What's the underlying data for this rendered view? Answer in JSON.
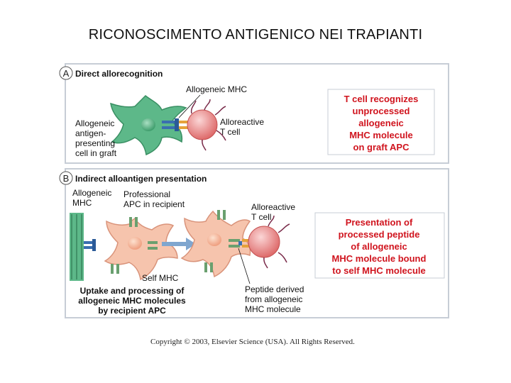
{
  "slide": {
    "title": "RICONOSCIMENTO ANTIGENICO NEI TRAPIANTI"
  },
  "panel_a": {
    "letter": "A",
    "heading": "Direct allorecognition",
    "label_allogeneic_mhc": "Allogeneic MHC",
    "label_apc": [
      "Allogeneic",
      "antigen-",
      "presenting",
      "cell in graft"
    ],
    "label_tcell": [
      "Alloreactive",
      "T cell"
    ],
    "callout": [
      "T cell recognizes",
      "unprocessed",
      "allogeneic",
      "MHC molecule",
      "on graft APC"
    ]
  },
  "panel_b": {
    "letter": "B",
    "heading": "Indirect alloantigen presentation",
    "label_allogeneic_mhc": [
      "Allogeneic",
      "MHC"
    ],
    "label_professional_apc": [
      "Professional",
      "APC in recipient"
    ],
    "label_tcell": [
      "Alloreactive",
      "T cell"
    ],
    "label_self_mhc": "Self MHC",
    "label_uptake": [
      "Uptake and processing of",
      "allogeneic MHC molecules",
      "by recipient APC"
    ],
    "label_peptide": [
      "Peptide derived",
      "from allogeneic",
      "MHC molecule"
    ],
    "callout": [
      "Presentation of",
      "processed peptide",
      "of allogeneic",
      "MHC molecule bound",
      "to self MHC molecule"
    ]
  },
  "footer": {
    "copyright": "Copyright © 2003, Elsevier Science (USA). All Rights Reserved."
  },
  "colors": {
    "callout_red": "#d0141e",
    "apc_green": "#5db889",
    "apc_pink": "#f6c4ad",
    "tcell_red": "#e07474",
    "arrow_blue": "#7fa6cf",
    "panel_border": "#c7cdd6"
  }
}
